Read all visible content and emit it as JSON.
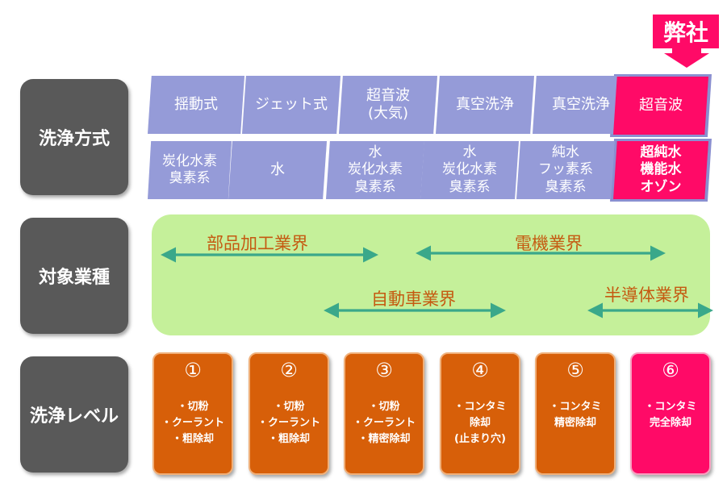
{
  "rows": {
    "method": "洗浄方式",
    "industry": "対象業種",
    "level": "洗浄レベル"
  },
  "callout": "弊社",
  "methods_top": [
    "揺動式",
    "ジェット式",
    "超音波\n(大気)",
    "真空洗浄",
    "真空洗浄",
    "超音波"
  ],
  "methods_bottom": [
    "炭化水素\n臭素系",
    "水",
    "水\n炭化水素\n臭素系",
    "水\n炭化水素\n臭素系",
    "純水\nフッ素系\n臭素系",
    "超純水\n機能水\nオゾン"
  ],
  "industries": [
    "部品加工業界",
    "電機業界",
    "自動車業界",
    "半導体業界"
  ],
  "levels": [
    {
      "num": "①",
      "desc": "・切粉\n・クーラント\n・粗除却"
    },
    {
      "num": "②",
      "desc": "・切粉\n・クーラント\n・粗除却"
    },
    {
      "num": "③",
      "desc": "・切粉\n・クーラント\n・精密除却"
    },
    {
      "num": "④",
      "desc": "・コンタミ\n除却\n(止まり穴)"
    },
    {
      "num": "⑤",
      "desc": "・コンタミ\n精密除却"
    },
    {
      "num": "⑥",
      "desc": "・コンタミ\n完全除却"
    }
  ],
  "colors": {
    "blue_box": "#959bd8",
    "highlight": "#ff0a67",
    "orange_box": "#d75f09",
    "arrow": "#3aa88a",
    "industry_text": "#c55a11",
    "label_bg": "#595959",
    "panel": "#c5f09a"
  }
}
